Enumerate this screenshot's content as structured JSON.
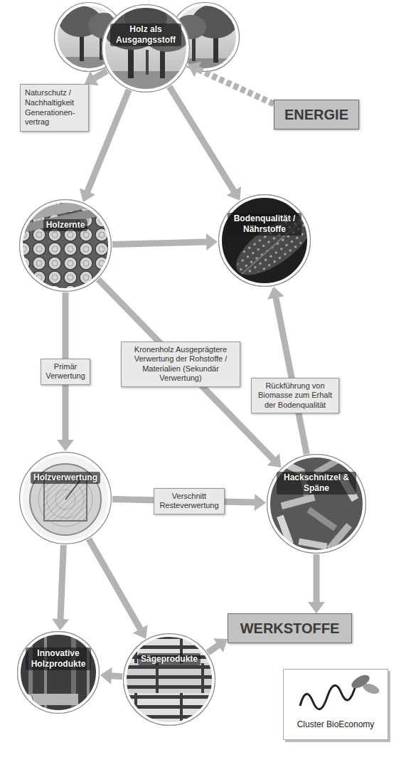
{
  "diagram": {
    "nodes": [
      {
        "text": [
          "Holz als Ausgangsstoff"
        ]
      },
      {
        "text": [
          "ENERGIE"
        ]
      },
      {
        "text": [
          "Naturschutz / Nachhaltigkeit Generationen- vertrag"
        ]
      },
      {
        "text": [
          "Holzernte"
        ]
      },
      {
        "text": [
          "Bodenqualität / Nährstoffe"
        ]
      },
      {
        "text": [
          "Holzverwertung"
        ]
      },
      {
        "text": [
          "Hackschnitzel & Späne"
        ]
      },
      {
        "text": [
          "Innovative Holzprodukte"
        ]
      },
      {
        "text": [
          "Sägeprodukte"
        ]
      },
      {
        "text": [
          "WERKSTOFFE"
        ]
      },
      {
        "text": [
          "Cluster BioEconomy"
        ]
      }
    ],
    "edges": [
      {
        "from": 0,
        "to": 2,
        "arrow": "to"
      },
      {
        "from": 1,
        "to": 0,
        "arrow": "to"
      },
      {
        "from": 0,
        "to": 3,
        "arrow": "to"
      },
      {
        "from": 0,
        "to": 4,
        "arrow": "to"
      },
      {
        "from": 3,
        "to": 4,
        "arrow": "to"
      },
      {
        "from": 3,
        "to": 5,
        "label": "Primär Verwertung",
        "arrow": "to"
      },
      {
        "from": 3,
        "to": 6,
        "label": "Kronenholz Ausgeprägtere Verwertung der Rohstoffe / Materialien (Sekundär Verwertung)",
        "arrow": "to"
      },
      {
        "from": 6,
        "to": 4,
        "label": "Rückführung von Biomasse zum Erhalt der Bodenqualität",
        "arrow": "to"
      },
      {
        "from": 5,
        "to": 6,
        "label": "Verschnitt Resteverwertung",
        "arrow": "to"
      },
      {
        "from": 6,
        "to": 9,
        "arrow": "to"
      },
      {
        "from": 5,
        "to": 7,
        "arrow": "to"
      },
      {
        "from": 5,
        "to": 8,
        "arrow": "to"
      },
      {
        "from": 8,
        "to": 7,
        "arrow": "to"
      },
      {
        "from": 8,
        "to": 9,
        "arrow": "to"
      }
    ]
  }
}
